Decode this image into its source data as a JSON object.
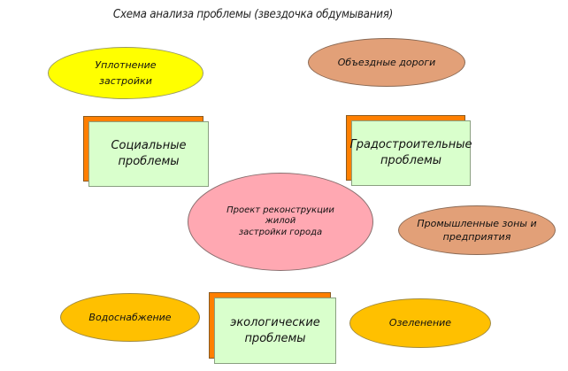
{
  "title": "Схема анализа проблемы (звездочка обдумывания)",
  "nodes": {
    "compaction": "Уплотнение\nзастройки",
    "bypass_roads": "Объездные дороги",
    "social": "Социальные\nпроблемы",
    "urban": "Градостроительные\nпроблемы",
    "center": "Проект реконструкции\nжилой\nзастройки города",
    "industrial": "Промышленные зоны и\nпредприятия",
    "water": "Водоснабжение",
    "ecological": "экологические\nпроблемы",
    "greening": "Озеленение"
  },
  "colors": {
    "yellow": "#ffff00",
    "tan": "#e2a078",
    "orange": "#ffc000",
    "pink": "#ffa8b2",
    "box_face": "#d9ffcc",
    "box_shadow": "#ff7f00"
  }
}
